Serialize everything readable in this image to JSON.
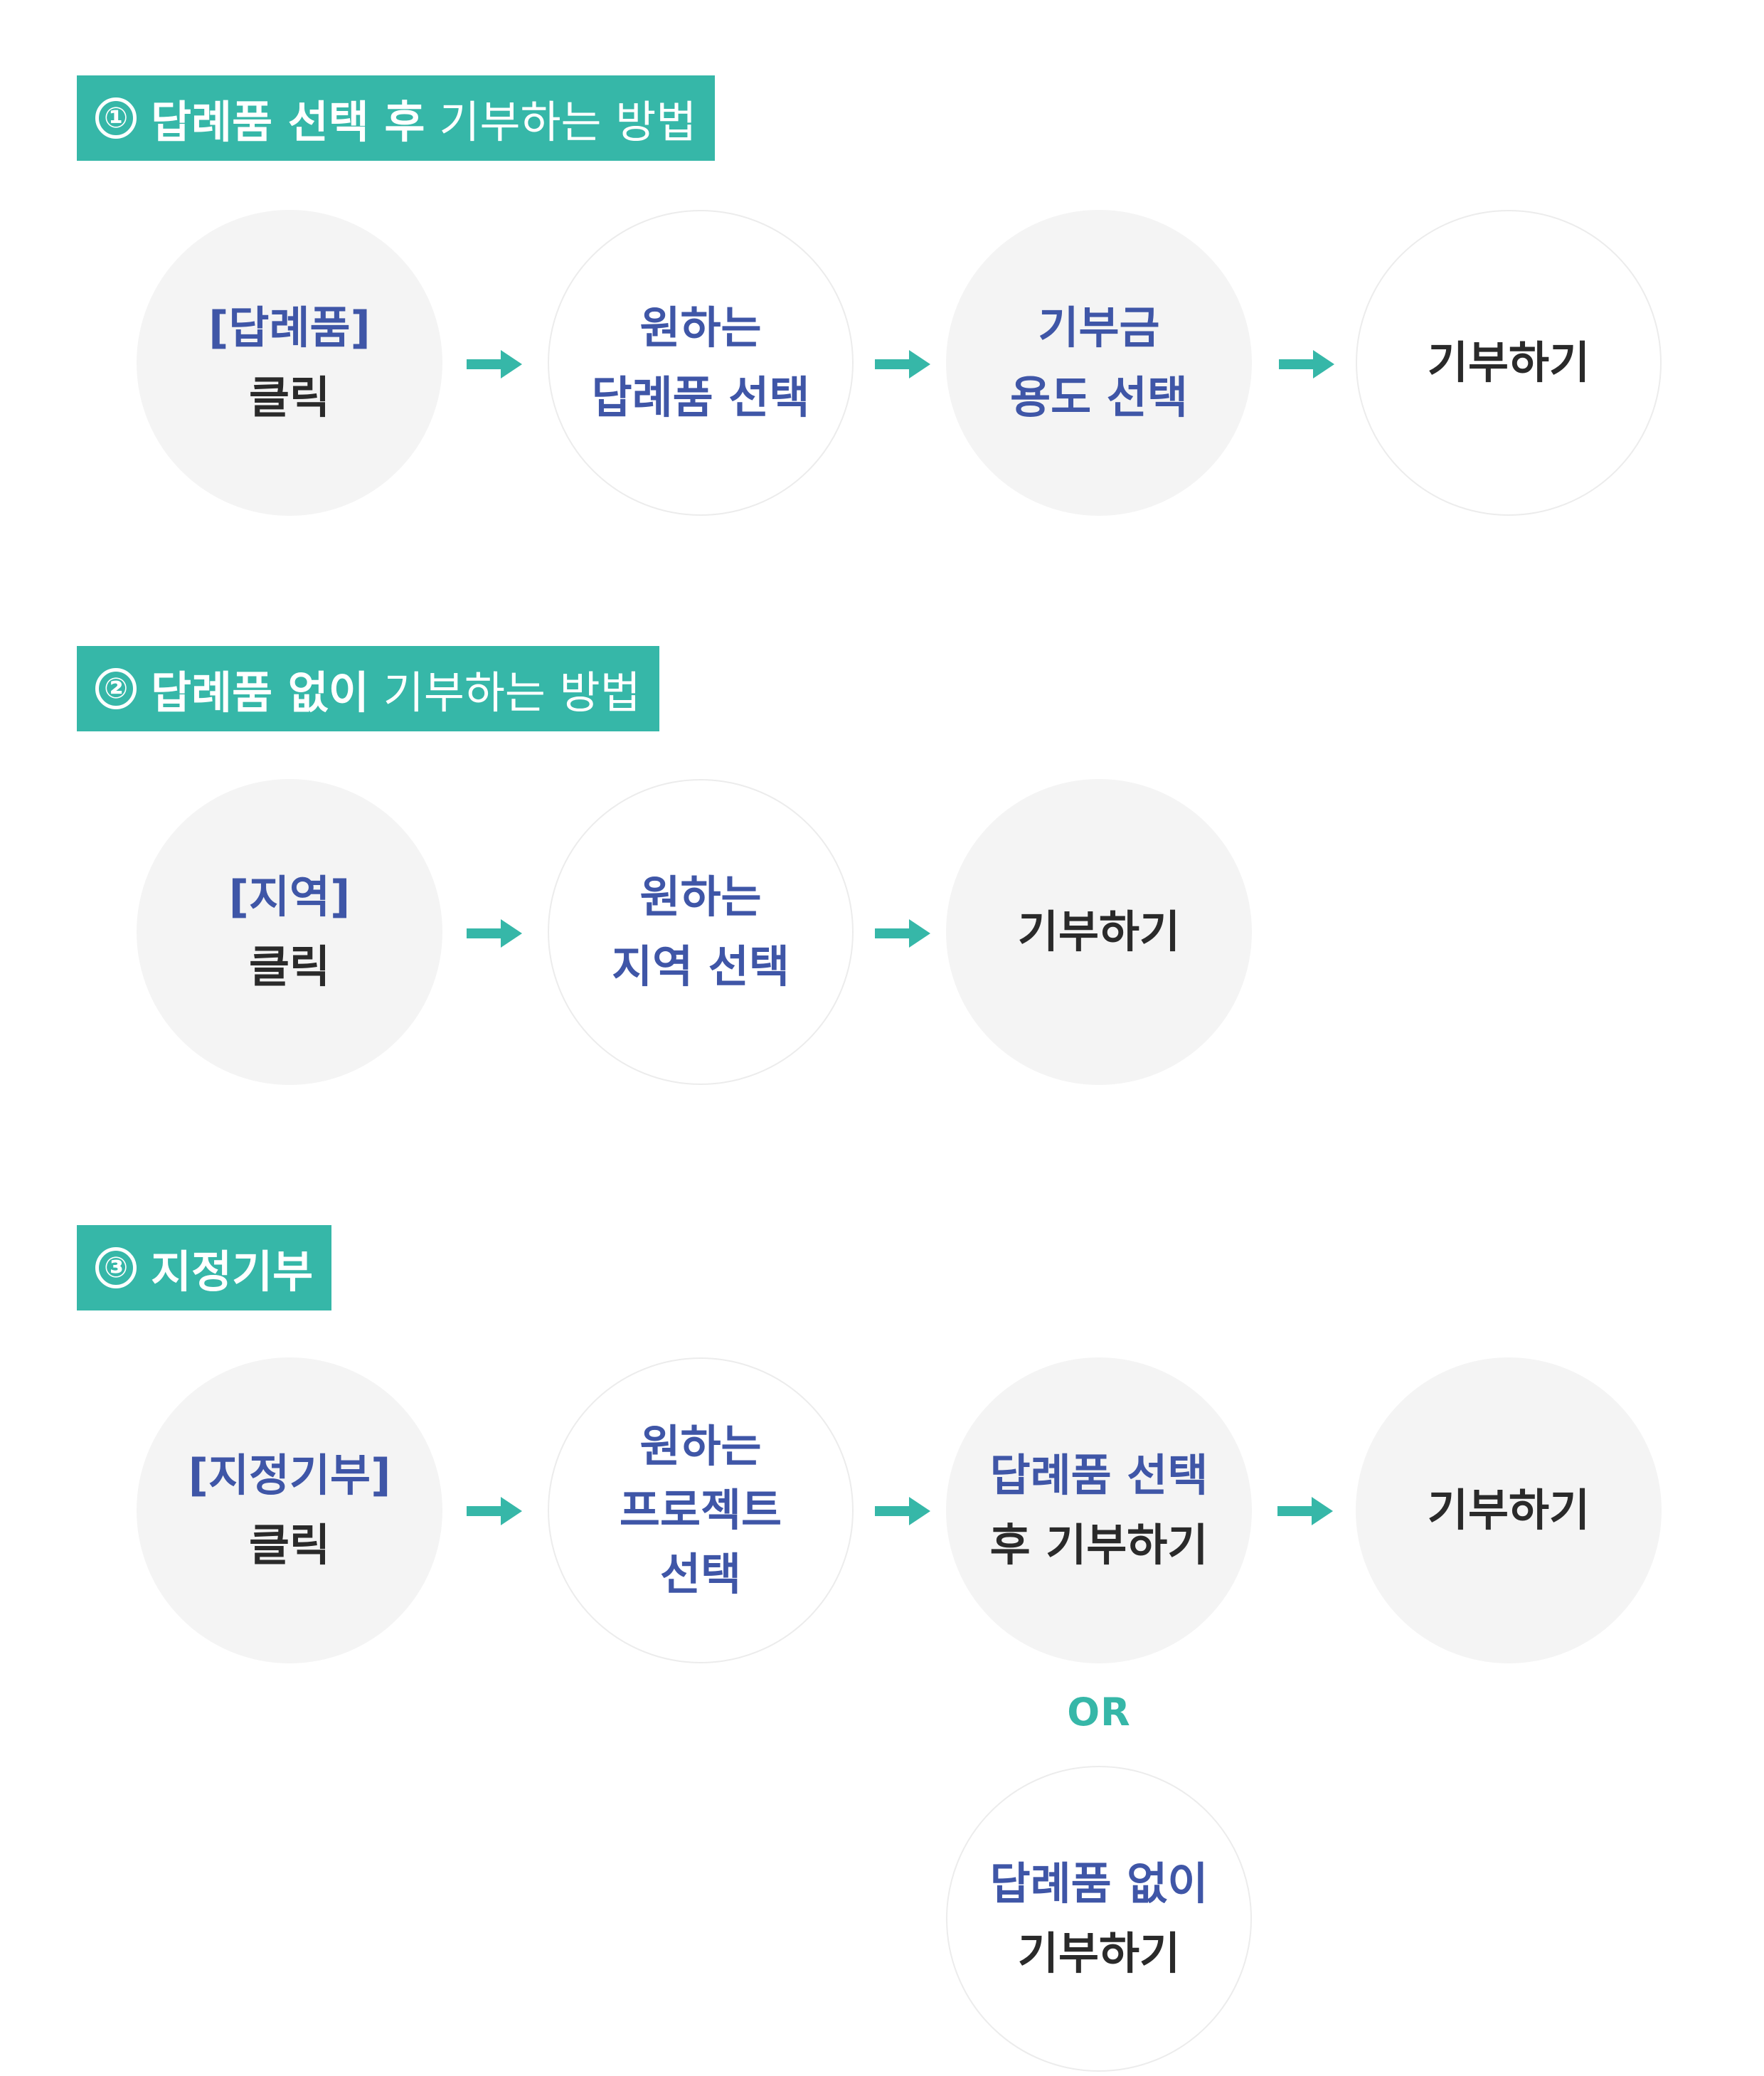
{
  "sections": [
    {
      "number": "①",
      "title_bold": "답례품 선택 후",
      "title_light": "기부하는 방법",
      "steps": [
        {
          "lines": [
            {
              "text": "[답례품]",
              "color": "blue"
            },
            {
              "text": "클릭",
              "color": "dark"
            }
          ]
        },
        {
          "lines": [
            {
              "text": "원하는",
              "color": "blue"
            },
            {
              "text": "답례품 선택",
              "color": "blue"
            }
          ]
        },
        {
          "lines": [
            {
              "text": "기부금",
              "color": "blue"
            },
            {
              "text": "용도 선택",
              "color": "blue"
            }
          ]
        },
        {
          "lines": [
            {
              "text": "기부하기",
              "color": "dark"
            }
          ]
        }
      ]
    },
    {
      "number": "②",
      "title_bold": "답례품 없이",
      "title_light": "기부하는 방법",
      "steps": [
        {
          "lines": [
            {
              "text": "[지역]",
              "color": "blue"
            },
            {
              "text": "클릭",
              "color": "dark"
            }
          ]
        },
        {
          "lines": [
            {
              "text": "원하는",
              "color": "blue"
            },
            {
              "text": "지역 선택",
              "color": "blue"
            }
          ]
        },
        {
          "lines": [
            {
              "text": "기부하기",
              "color": "dark"
            }
          ]
        }
      ]
    },
    {
      "number": "③",
      "title_bold": "지정기부",
      "title_light": "",
      "steps": [
        {
          "lines": [
            {
              "text": "[지정기부]",
              "color": "blue"
            },
            {
              "text": "클릭",
              "color": "dark"
            }
          ]
        },
        {
          "lines": [
            {
              "text": "원하는",
              "color": "blue"
            },
            {
              "text": "프로젝트",
              "color": "blue"
            },
            {
              "text": "선택",
              "color": "blue"
            }
          ]
        },
        {
          "lines": [
            {
              "text": "답례품 선택",
              "color": "blue"
            },
            {
              "text": "후 기부하기",
              "color": "dark"
            }
          ]
        },
        {
          "lines": [
            {
              "text": "기부하기",
              "color": "dark"
            }
          ]
        }
      ],
      "or_label": "OR",
      "alternative": {
        "lines": [
          {
            "text": "답례품 없이",
            "color": "blue"
          },
          {
            "text": "기부하기",
            "color": "dark"
          }
        ]
      }
    }
  ],
  "colors": {
    "accent": "#36b7a8",
    "blue_text": "#3f56a7",
    "dark_text": "#2a2a2a",
    "circle_fill": "#f4f4f4"
  }
}
